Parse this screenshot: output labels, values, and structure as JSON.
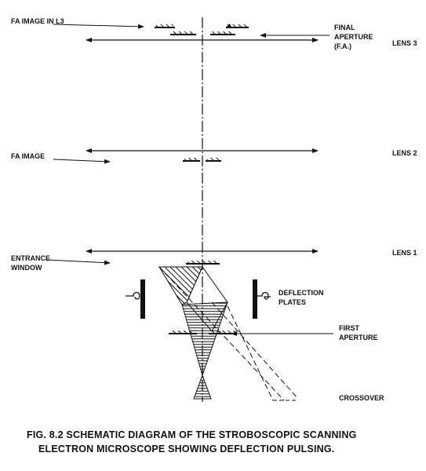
{
  "labels": {
    "fa_image_in_l3": "FA IMAGE IN L3",
    "final_aperture_line1": "FINAL",
    "final_aperture_line2": "APERTURE",
    "final_aperture_line3": "(F.A.)",
    "lens3": "LENS 3",
    "fa_image": "FA IMAGE",
    "lens2": "LENS 2",
    "entrance_line1": "ENTRANCE",
    "entrance_line2": "WINDOW",
    "lens1": "LENS 1",
    "deflection_line1": "DEFLECTION",
    "deflection_line2": "PLATES",
    "first_aperture_line1": "FIRST",
    "first_aperture_line2": "APERTURE",
    "crossover": "CROSSOVER"
  },
  "caption": {
    "line1": "FIG. 8.2 SCHEMATIC DIAGRAM OF THE STROBOSCOPIC SCANNING",
    "line2": "ELECTRON MICROSCOPE SHOWING DEFLECTION PULSING."
  },
  "colors": {
    "ink": "#111111",
    "paper": "#ffffff"
  }
}
